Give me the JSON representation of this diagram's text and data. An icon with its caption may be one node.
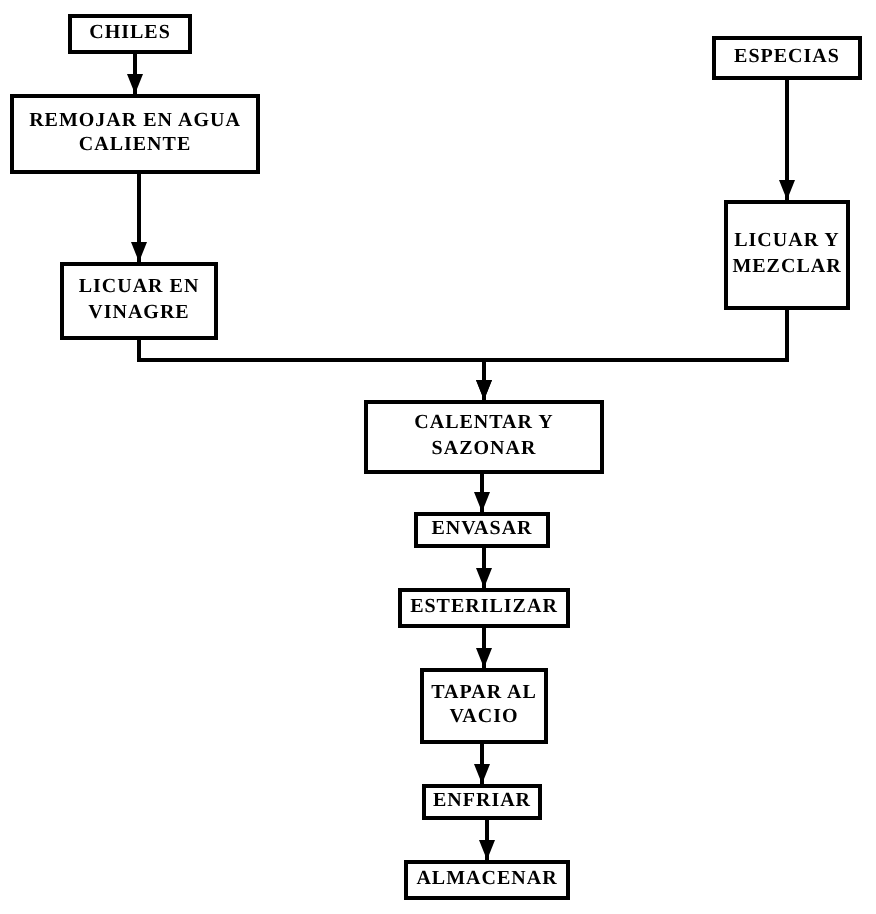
{
  "diagram": {
    "nodes": [
      {
        "text": [
          "CHILES"
        ]
      },
      {
        "text": [
          "REMOJAR EN AGUA CALIENTE"
        ]
      },
      {
        "text": [
          "LICUAR EN VINAGRE"
        ]
      },
      {
        "text": [
          "ESPECIAS"
        ]
      },
      {
        "text": [
          "LICUAR Y MEZCLAR"
        ]
      },
      {
        "text": [
          "CALENTAR Y SAZONAR"
        ]
      },
      {
        "text": [
          "ENVASAR"
        ]
      },
      {
        "text": [
          "ESTERILIZAR"
        ]
      },
      {
        "text": [
          "TAPAR AL VACIO"
        ]
      },
      {
        "text": [
          "ENFRIAR"
        ]
      },
      {
        "text": [
          "ALMACENAR"
        ]
      }
    ],
    "edges": [
      {
        "from": 0,
        "to": 1,
        "arrow": "to"
      },
      {
        "from": 1,
        "to": 2,
        "arrow": "to"
      },
      {
        "from": 3,
        "to": 4,
        "arrow": "to"
      },
      {
        "from": 2,
        "to": 5,
        "arrow": "to"
      },
      {
        "from": 4,
        "to": 5,
        "arrow": "to"
      },
      {
        "from": 5,
        "to": 6,
        "arrow": "to"
      },
      {
        "from": 6,
        "to": 7,
        "arrow": "to"
      },
      {
        "from": 7,
        "to": 8,
        "arrow": "to"
      },
      {
        "from": 8,
        "to": 9,
        "arrow": "to"
      },
      {
        "from": 9,
        "to": 10,
        "arrow": "to"
      }
    ]
  }
}
